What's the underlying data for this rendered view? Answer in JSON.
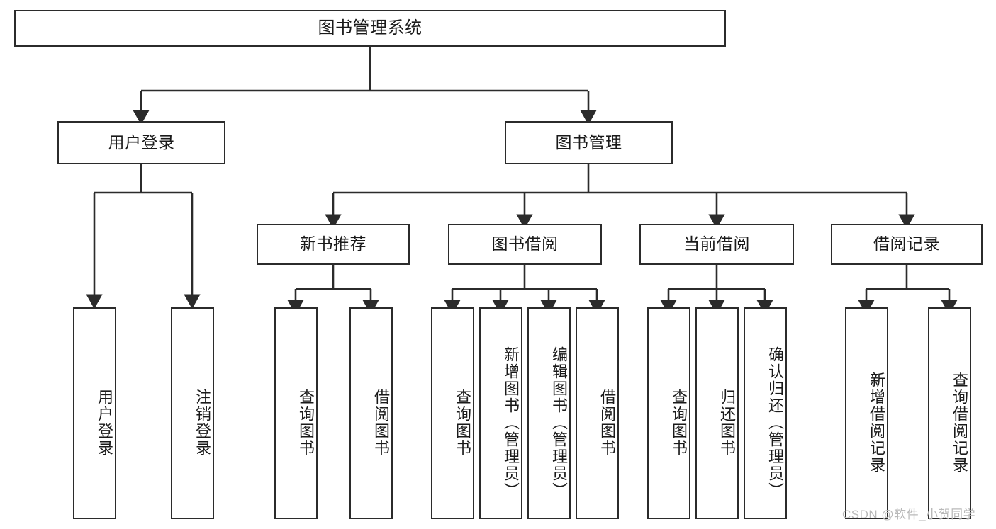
{
  "diagram": {
    "title": "图书管理系统",
    "type": "hierarchy-tree",
    "root": {
      "label": "图书管理系统"
    },
    "level1": [
      {
        "id": "user-login",
        "label": "用户登录"
      },
      {
        "id": "book-management",
        "label": "图书管理"
      }
    ],
    "level2": [
      {
        "id": "new-book-recommend",
        "label": "新书推荐",
        "parent": "book-management"
      },
      {
        "id": "book-borrow",
        "label": "图书借阅",
        "parent": "book-management"
      },
      {
        "id": "current-borrow",
        "label": "当前借阅",
        "parent": "book-management"
      },
      {
        "id": "borrow-record",
        "label": "借阅记录",
        "parent": "book-management"
      }
    ],
    "leaves": {
      "user-login": [
        {
          "id": "leaf-user-login",
          "label": "用户登录"
        },
        {
          "id": "leaf-logout-login",
          "label": "注销登录"
        }
      ],
      "new-book-recommend": [
        {
          "id": "leaf-query-book-1",
          "label": "查询图书"
        },
        {
          "id": "leaf-borrow-book-1",
          "label": "借阅图书"
        }
      ],
      "book-borrow": [
        {
          "id": "leaf-query-book-2",
          "label": "查询图书"
        },
        {
          "id": "leaf-add-book",
          "label": "新增图书（管理员）"
        },
        {
          "id": "leaf-edit-book",
          "label": "编辑图书（管理员）"
        },
        {
          "id": "leaf-borrow-book-2",
          "label": "借阅图书"
        }
      ],
      "current-borrow": [
        {
          "id": "leaf-query-book-3",
          "label": "查询图书"
        },
        {
          "id": "leaf-return-book",
          "label": "归还图书"
        },
        {
          "id": "leaf-confirm-return",
          "label": "确认归还（管理员）"
        }
      ],
      "borrow-record": [
        {
          "id": "leaf-add-record",
          "label": "新增借阅记录"
        },
        {
          "id": "leaf-query-record",
          "label": "查询借阅记录"
        }
      ]
    }
  },
  "watermark": {
    "text": "CSDN @软件_小贺同学"
  },
  "colors": {
    "stroke": "#2b2b2b",
    "background": "#ffffff",
    "text": "#1a1a1a",
    "watermark": "#b9b9b9"
  }
}
